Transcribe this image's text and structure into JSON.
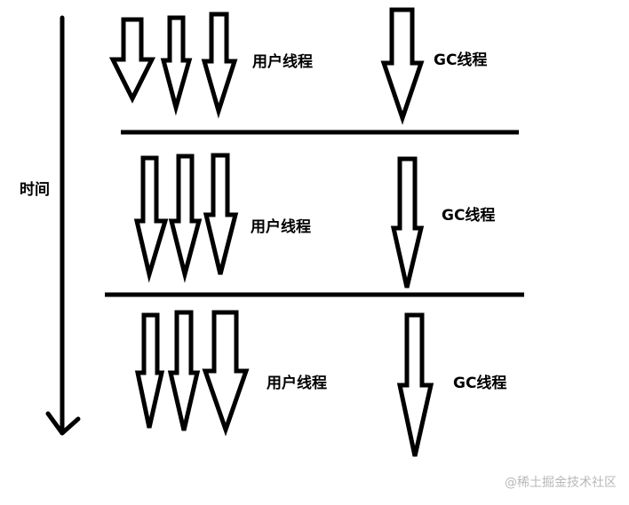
{
  "time_axis": {
    "label": "时间"
  },
  "phases": [
    {
      "user_label": "用户线程",
      "gc_label": "GC线程"
    },
    {
      "user_label": "用户线程",
      "gc_label": "GC线程"
    },
    {
      "user_label": "用户线程",
      "gc_label": "GC线程"
    }
  ],
  "watermark": "@稀土掘金技术社区",
  "colors": {
    "stroke": "#000000",
    "background": "#ffffff",
    "watermark": "#b8b8b8"
  }
}
